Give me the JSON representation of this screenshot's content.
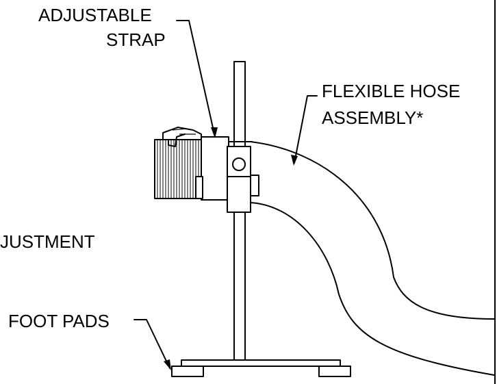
{
  "labels": {
    "adjustable_strap_line1": "ADJUSTABLE",
    "adjustable_strap_line2": "STRAP",
    "flexible_hose_line1": "FLEXIBLE HOSE",
    "flexible_hose_line2": "ASSEMBLY*",
    "adjustment": "JUSTMENT",
    "foot_pads": "FOOT PADS"
  },
  "colors": {
    "line": "#000000",
    "background": "#ffffff"
  }
}
